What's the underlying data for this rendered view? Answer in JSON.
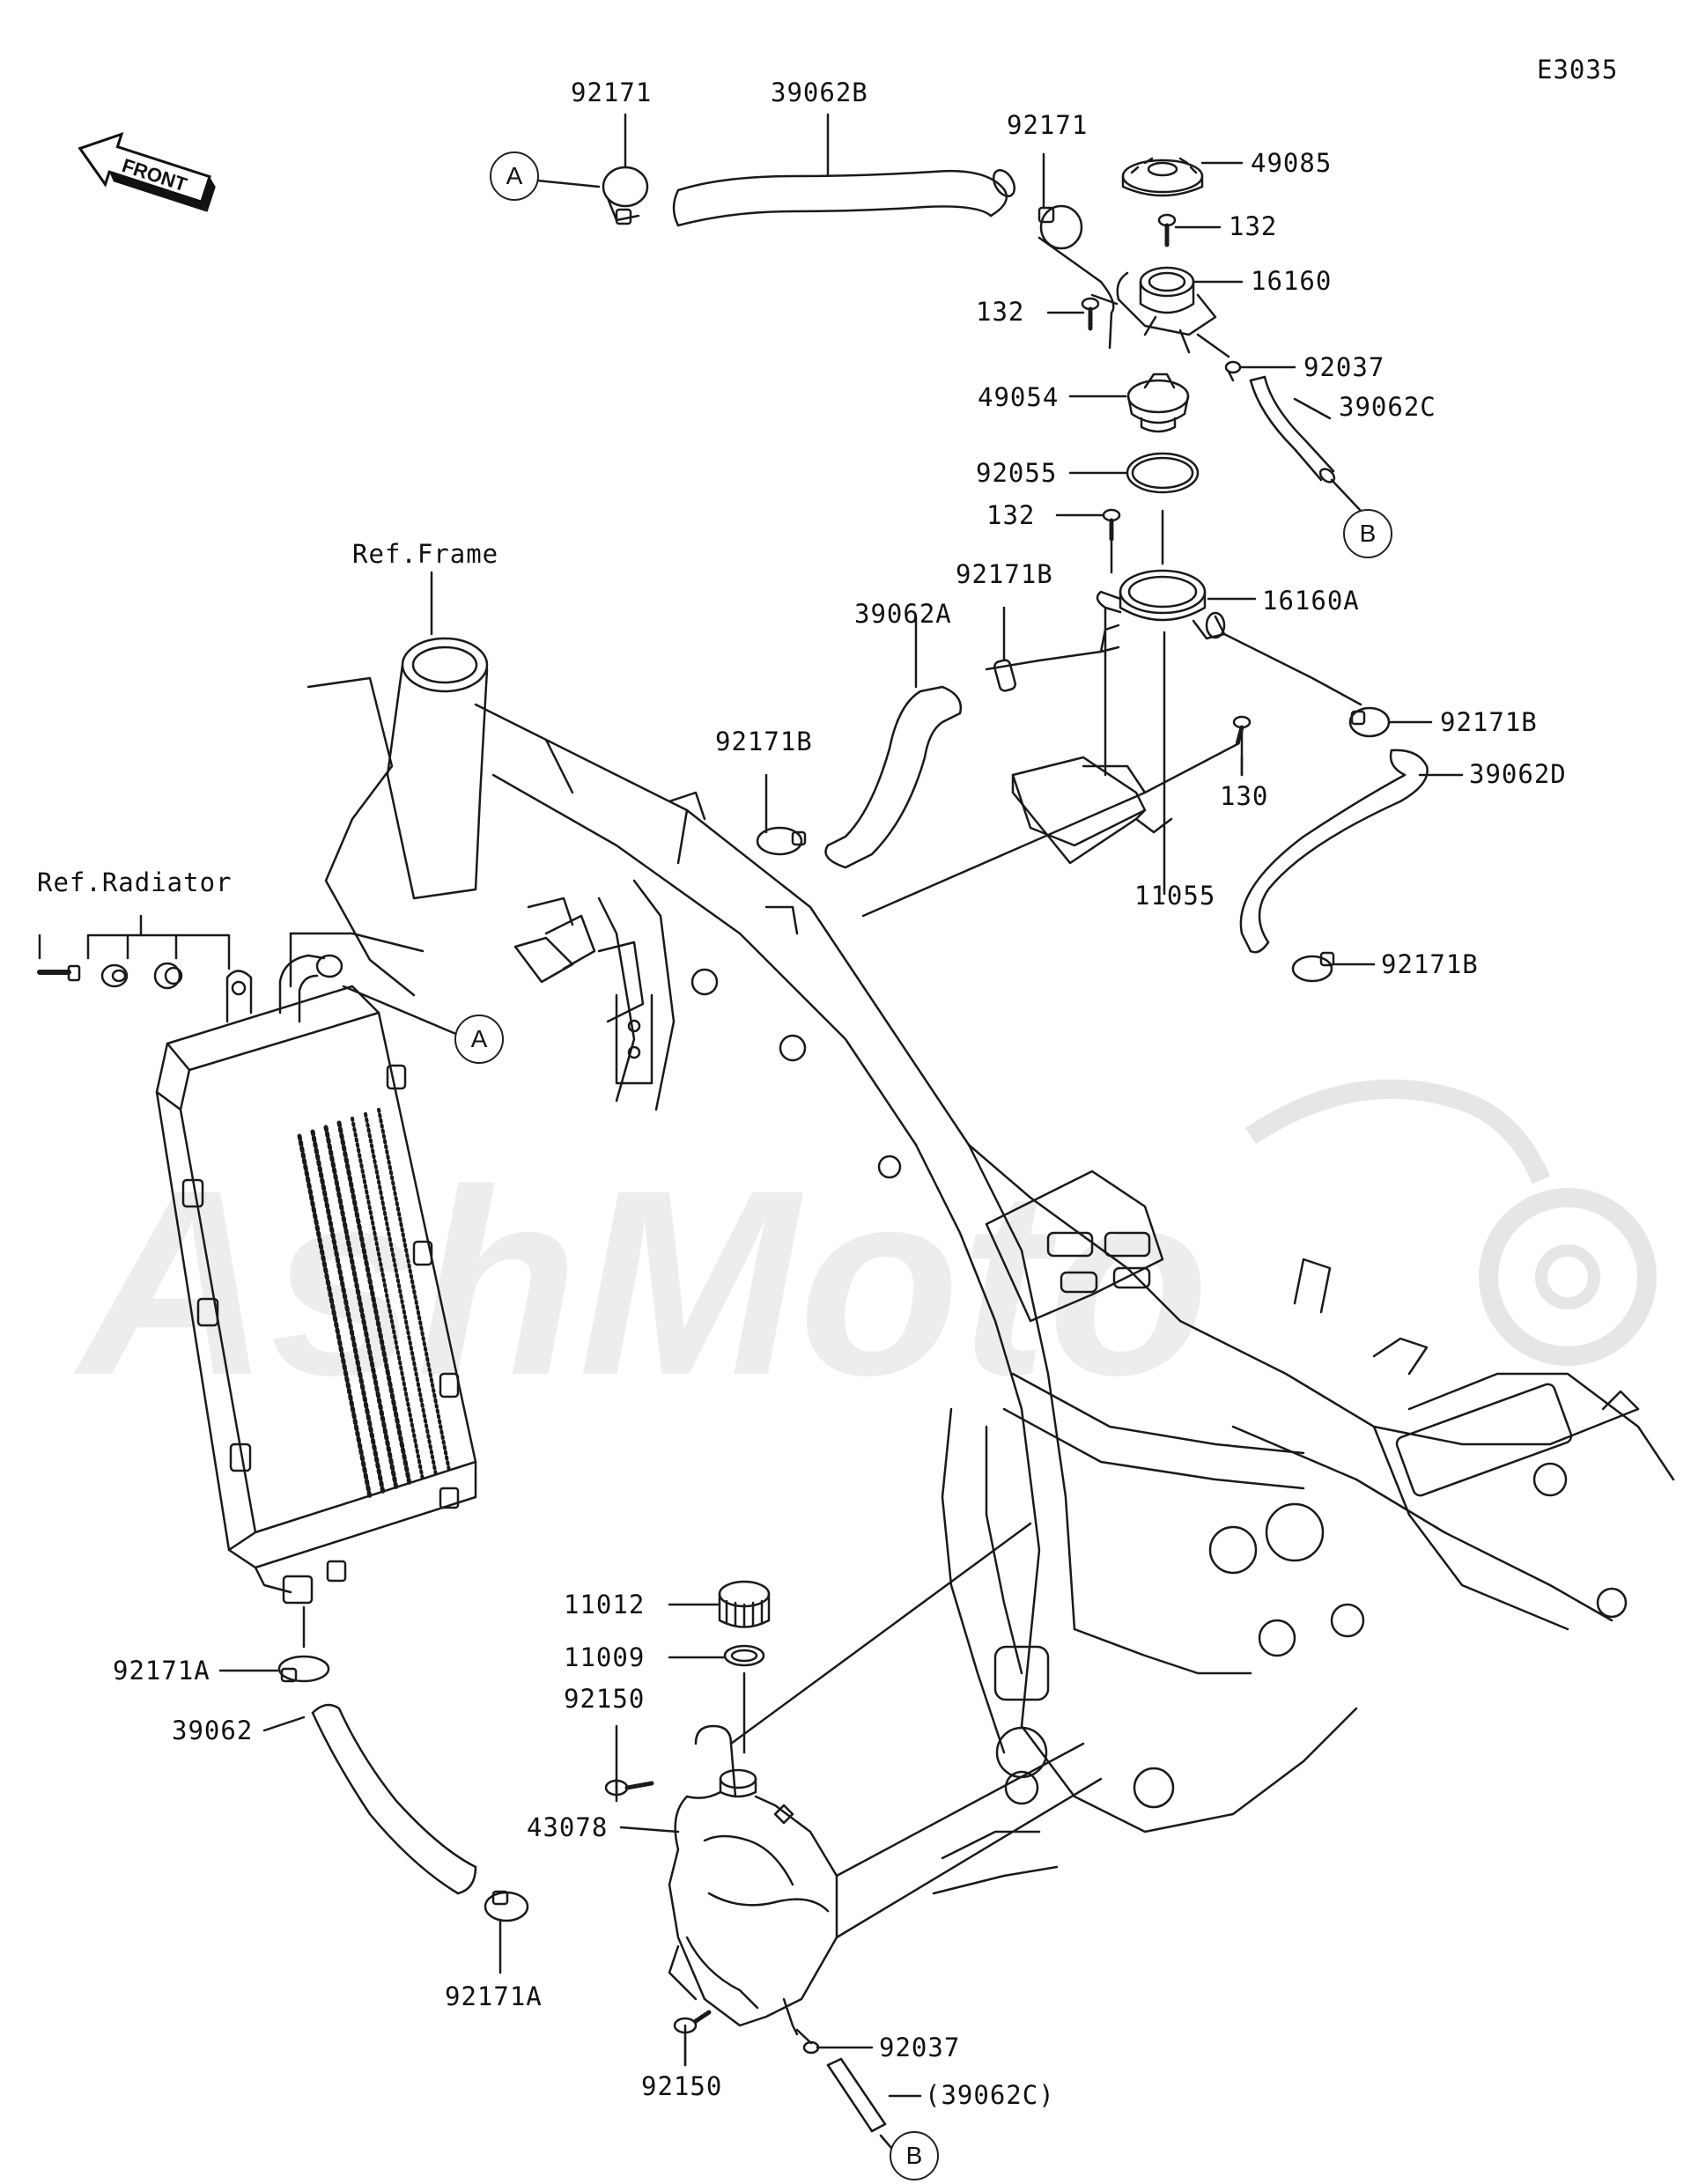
{
  "diagram_code": "E3035",
  "front_label": "FRONT",
  "watermark": "AshMoto",
  "references": {
    "frame": "Ref.Frame",
    "radiator": "Ref.Radiator"
  },
  "callouts": {
    "A_top": "A",
    "A_radiator": "A",
    "B_hose": "B",
    "B_tank": "B"
  },
  "parts": {
    "p92171_top_left": "92171",
    "p39062B": "39062B",
    "p92171_top_right": "92171",
    "p49085": "49085",
    "p132_a": "132",
    "p16160": "16160",
    "p132_b": "132",
    "p92037_a": "92037",
    "p49054": "49054",
    "p39062C": "39062C",
    "p92055": "92055",
    "p132_c": "132",
    "p92171B_a": "92171B",
    "p16160A": "16160A",
    "p39062A": "39062A",
    "p92171B_b": "92171B",
    "p92171B_c": "92171B",
    "p39062D": "39062D",
    "p130": "130",
    "p11055": "11055",
    "p92171B_d": "92171B",
    "p11012": "11012",
    "p11009": "11009",
    "p92150_a": "92150",
    "p43078": "43078",
    "p92171A_a": "92171A",
    "p39062": "39062",
    "p92171A_b": "92171A",
    "p92150_b": "92150",
    "p92037_b": "92037",
    "p39062C_ref": "(39062C)"
  },
  "colors": {
    "line": "#1a1a1a",
    "watermark": "#e6e6e6",
    "background": "#ffffff"
  }
}
